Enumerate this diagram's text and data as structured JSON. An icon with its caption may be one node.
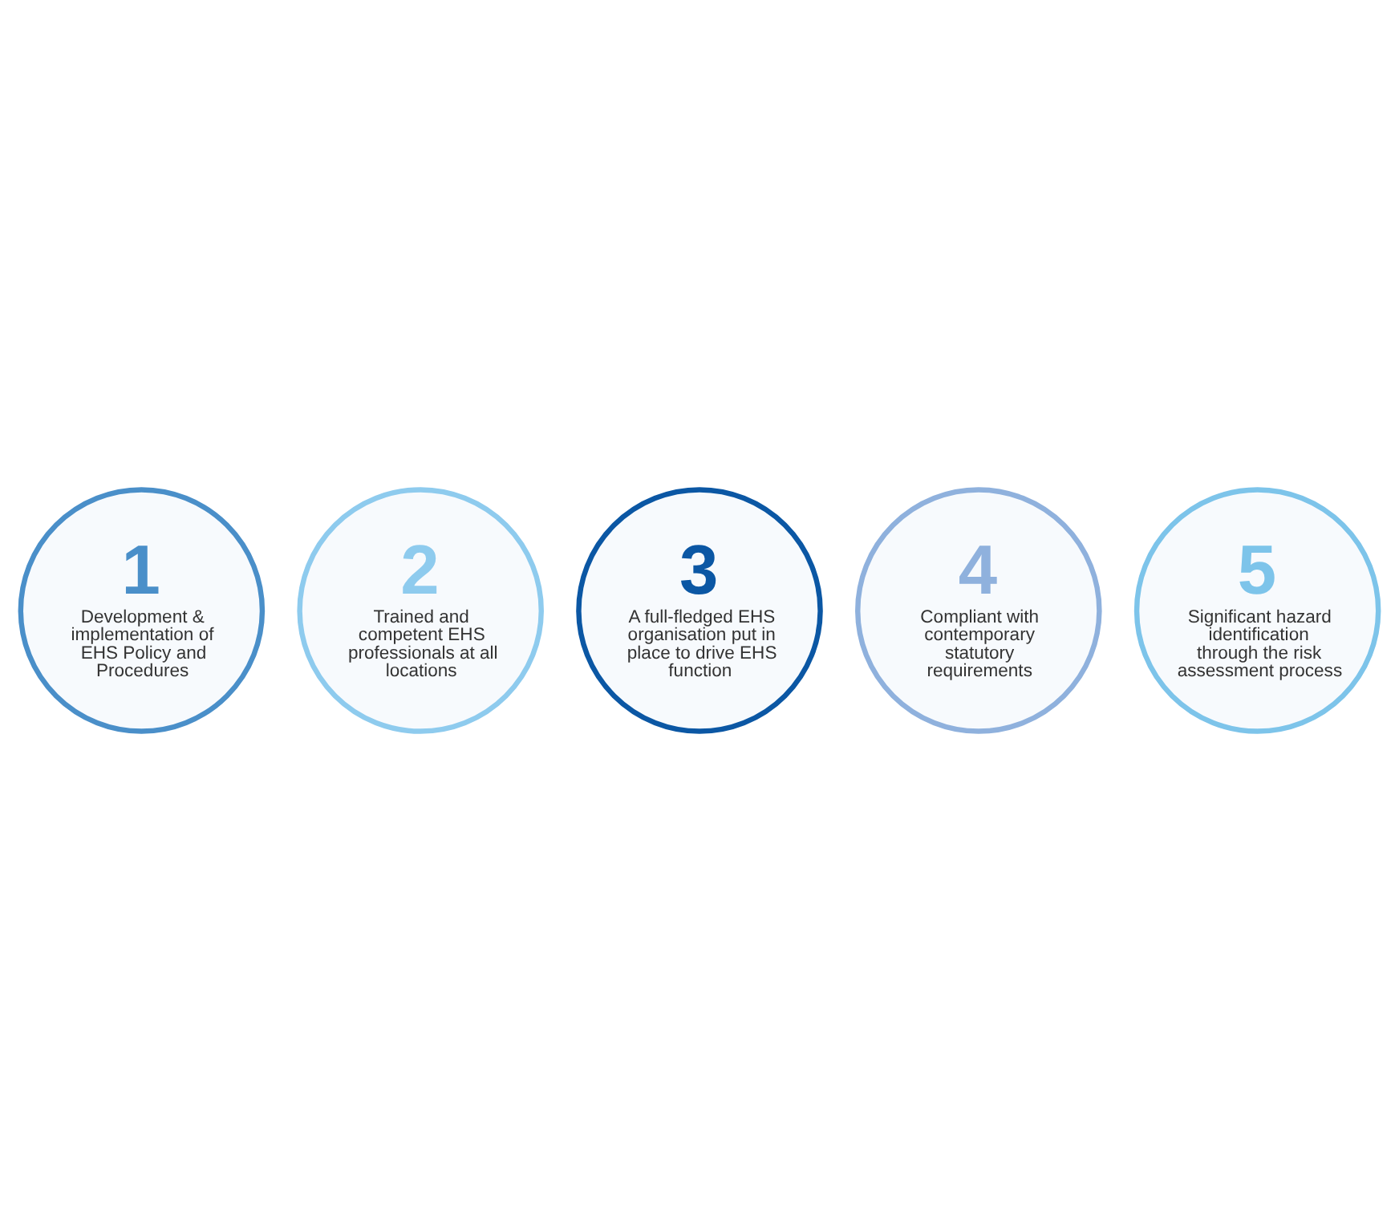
{
  "diagram": {
    "nodes": [
      {
        "text": [
          "1",
          "Development & implementation of EHS Policy and Procedures"
        ]
      },
      {
        "text": [
          "2",
          "Trained and competent EHS professionals at all locations"
        ]
      },
      {
        "text": [
          "3",
          "A full-fledged EHS organisation put in place to drive EHS function"
        ]
      },
      {
        "text": [
          "4",
          "Compliant with contemporary statutory requirements"
        ]
      },
      {
        "text": [
          "5",
          "Significant hazard identification through the risk assessment process"
        ]
      }
    ]
  }
}
